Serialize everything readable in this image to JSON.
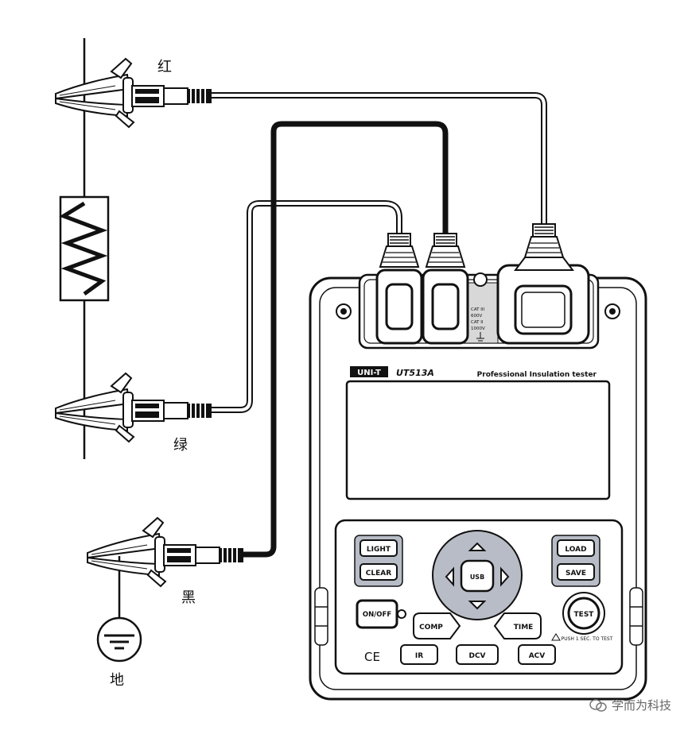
{
  "labels": {
    "red": "红",
    "green": "绿",
    "black": "黑",
    "ground": "地"
  },
  "device": {
    "brand": "UNI-T",
    "model": "UT513A",
    "subtitle": "Professional Insulation tester",
    "terminal_rating_lines": [
      "CAT III",
      "600V",
      "CAT II",
      "1000V"
    ],
    "buttons": {
      "light": "LIGHT",
      "clear": "CLEAR",
      "usb": "USB",
      "load": "LOAD",
      "save": "SAVE",
      "onoff": "ON/OFF",
      "comp": "COMP",
      "time": "TIME",
      "test": "TEST",
      "ir": "IR",
      "dcv": "DCV",
      "acv": "ACV"
    },
    "test_note": "PUSH 1 SEC. TO TEST",
    "ce_mark": "CE"
  },
  "watermark": "学而为科技"
}
